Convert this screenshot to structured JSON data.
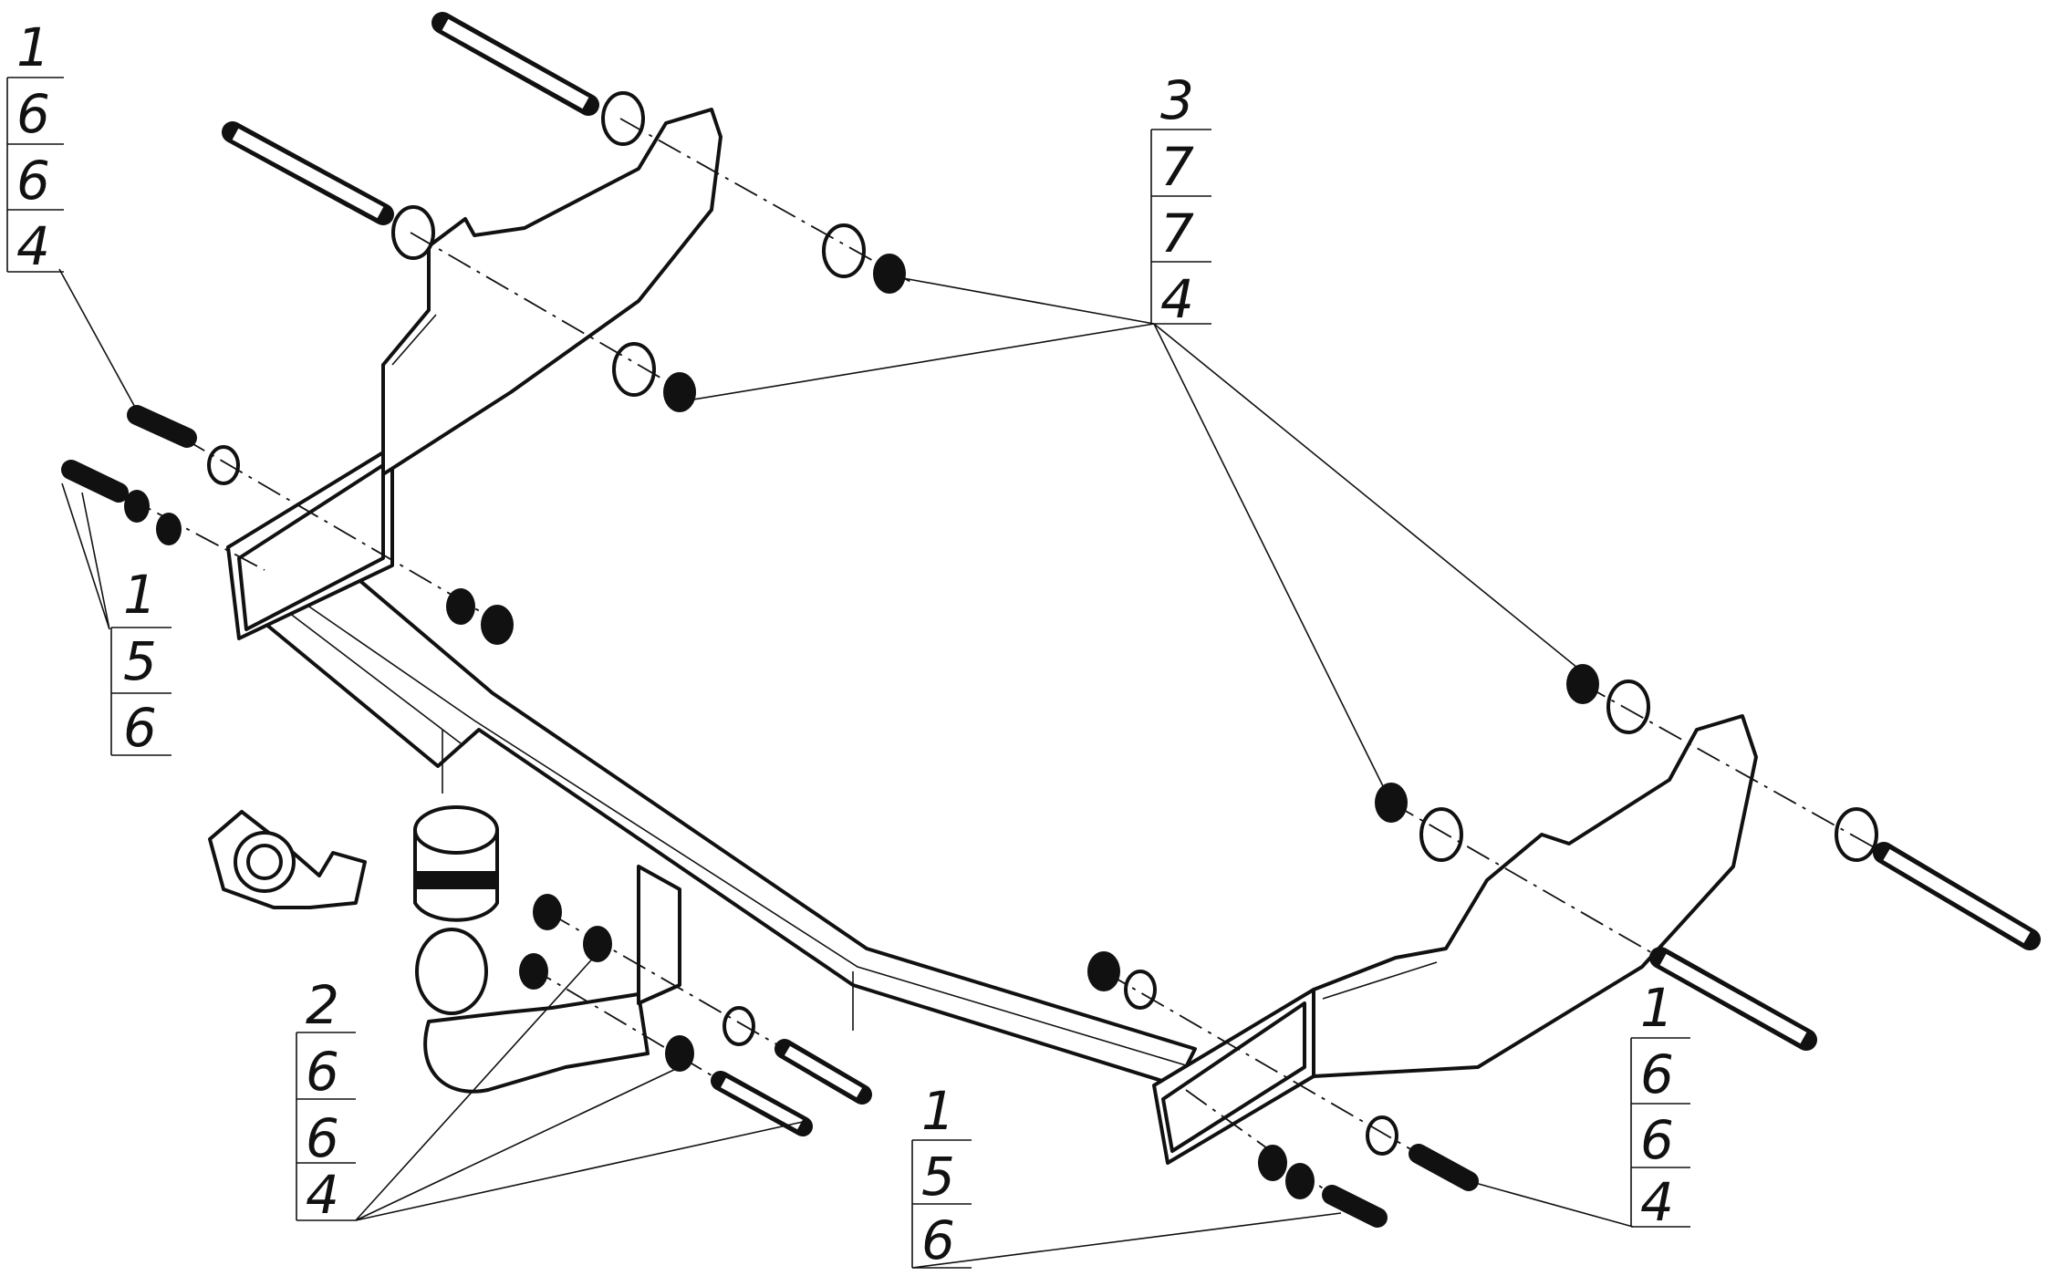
{
  "callouts": [
    {
      "id": "top-left",
      "values": [
        "1",
        "6",
        "6",
        "4"
      ]
    },
    {
      "id": "mid-left",
      "values": [
        "1",
        "5",
        "6"
      ]
    },
    {
      "id": "top-right",
      "values": [
        "3",
        "7",
        "7",
        "4"
      ]
    },
    {
      "id": "bottom-left",
      "values": [
        "2",
        "6",
        "6",
        "4"
      ]
    },
    {
      "id": "bottom-mid",
      "values": [
        "1",
        "5",
        "6"
      ]
    },
    {
      "id": "bottom-right",
      "values": [
        "1",
        "6",
        "6",
        "4"
      ]
    }
  ]
}
